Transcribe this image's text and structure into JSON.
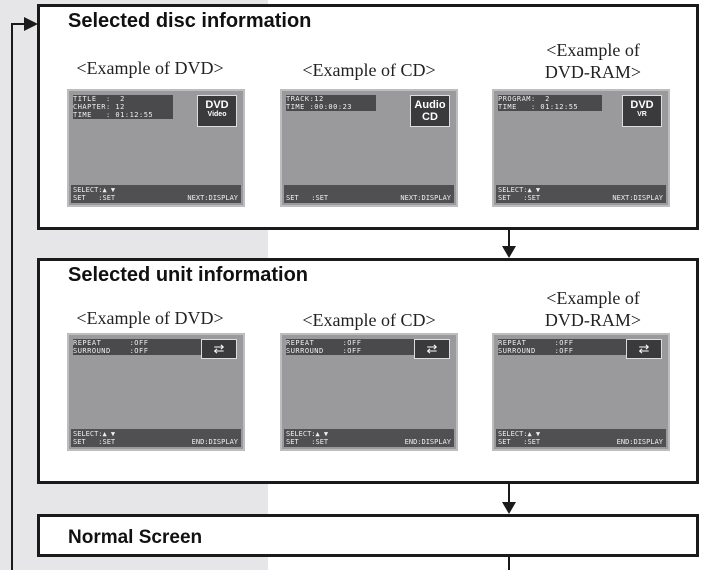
{
  "panels": [
    {
      "title": "Selected disc information",
      "examples": [
        {
          "label": "<Example of DVD>",
          "osd": [
            "TITLE  :  2",
            "CHAPTER: 12",
            "TIME   : 01:12:55"
          ],
          "logo_main": "DVD",
          "logo_sub": "Video",
          "select": "SELECT:▲ ▼\nSET   :SET",
          "next": "NEXT:DISPLAY"
        },
        {
          "label": "<Example of CD>",
          "osd": [
            "TRACK:12",
            "TIME :00:00:23"
          ],
          "logo_main": "Audio CD",
          "logo_sub": "",
          "select": "\nSET   :SET",
          "next": "NEXT:DISPLAY"
        },
        {
          "label": "<Example of\nDVD-RAM>",
          "osd": [
            "PROGRAM:  2",
            "TIME   : 01:12:55"
          ],
          "logo_main": "DVD",
          "logo_sub": "VR",
          "select": "SELECT:▲ ▼\nSET   :SET",
          "next": "NEXT:DISPLAY"
        }
      ]
    },
    {
      "title": "Selected unit information",
      "examples": [
        {
          "label": "<Example of DVD>",
          "osd": [
            "REPEAT      :OFF",
            "SURROUND    :OFF"
          ],
          "select": "SELECT:▲ ▼\nSET   :SET",
          "next": "END:DISPLAY"
        },
        {
          "label": "<Example of CD>",
          "osd": [
            "REPEAT      :OFF",
            "SURROUND    :OFF"
          ],
          "select": "SELECT:▲ ▼\nSET   :SET",
          "next": "END:DISPLAY"
        },
        {
          "label": "<Example of\nDVD-RAM>",
          "osd": [
            "REPEAT      :OFF",
            "SURROUND    :OFF"
          ],
          "select": "SELECT:▲ ▼\nSET   :SET",
          "next": "END:DISPLAY"
        }
      ]
    }
  ],
  "normal": {
    "title": "Normal Screen"
  },
  "icons": {
    "repeat": "repeat-icon",
    "disc": "disc-icon"
  }
}
